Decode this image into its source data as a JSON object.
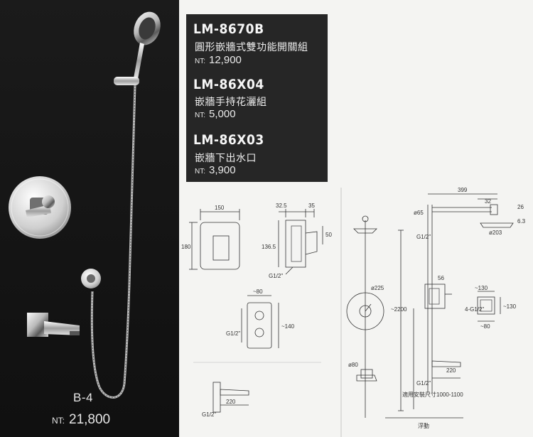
{
  "product": {
    "model": "B-4",
    "price_prefix": "NT:",
    "price": "21,800"
  },
  "items": [
    {
      "code": "LM-8670B",
      "description": "圓形嵌牆式雙功能開關組",
      "price_prefix": "NT:",
      "price": "12,900"
    },
    {
      "code": "LM-86X04",
      "description": "嵌牆手持花灑組",
      "price_prefix": "NT:",
      "price": "5,000"
    },
    {
      "code": "LM-86X03",
      "description": "嵌牆下出水口",
      "price_prefix": "NT:",
      "price": "3,900"
    }
  ],
  "drawing_labels": {
    "d150": "150",
    "d180": "180",
    "d32_5": "32.5",
    "d35": "35",
    "d50": "50",
    "d136_5": "136.5",
    "g12a": "G1/2\"",
    "d80a": "~80",
    "d140": "~140",
    "g12b": "G1/2\"",
    "g12c": "G1/2\"",
    "d220a": "220",
    "d399": "399",
    "d32": "32",
    "d65": "ø65",
    "d26": "26",
    "d6_3": "6.3",
    "d203": "ø203",
    "g12d": "G1/2\"",
    "d225": "ø225",
    "d56": "56",
    "d130a": "~130",
    "d130b": "~130",
    "g412": "4-G1/2\"",
    "d80b": "~80",
    "d2200": "~2200",
    "range": "適用安裝尺寸1000-1100",
    "d80c": "ø80",
    "d220b": "220",
    "g12e": "G1/2\"",
    "float": "浮動"
  }
}
